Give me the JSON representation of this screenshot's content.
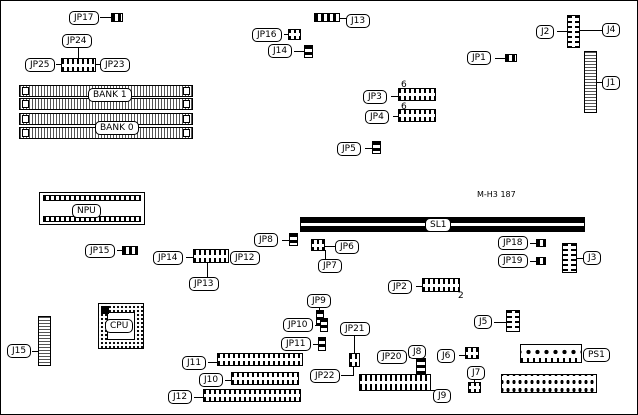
{
  "labels": {
    "jp17": "JP17",
    "jp24": "JP24",
    "jp25": "JP25",
    "jp23": "JP23",
    "bank1": "BANK 1",
    "bank0": "BANK 0",
    "jp16": "JP16",
    "j13": "J13",
    "j14": "J14",
    "j2": "J2",
    "j4": "J4",
    "jp1": "JP1",
    "j1": "J1",
    "jp3": "JP3",
    "jp4": "JP4",
    "jp5": "JP5",
    "npu": "NPU",
    "sl1": "SL1",
    "jp8": "JP8",
    "jp15": "JP15",
    "jp14": "JP14",
    "jp12": "JP12",
    "jp13": "JP13",
    "jp6": "JP6",
    "jp7": "JP7",
    "jp18": "JP18",
    "jp19": "JP19",
    "j3": "J3",
    "jp2": "JP2",
    "jp9": "JP9",
    "jp10": "JP10",
    "jp11": "JP11",
    "jp21": "JP21",
    "j5": "J5",
    "j15": "J15",
    "cpu": "CPU",
    "j11": "J11",
    "j10": "J10",
    "j12": "J12",
    "jp22": "JP22",
    "jp20": "JP20",
    "j8": "J8",
    "j6": "J6",
    "j7": "J7",
    "j9": "J9",
    "ps1": "PS1"
  },
  "texts": {
    "board_id": "M-H3 187",
    "jp3_pin_count": "6",
    "jp4_pin_count": "6",
    "jp2_pin_number": "2"
  }
}
